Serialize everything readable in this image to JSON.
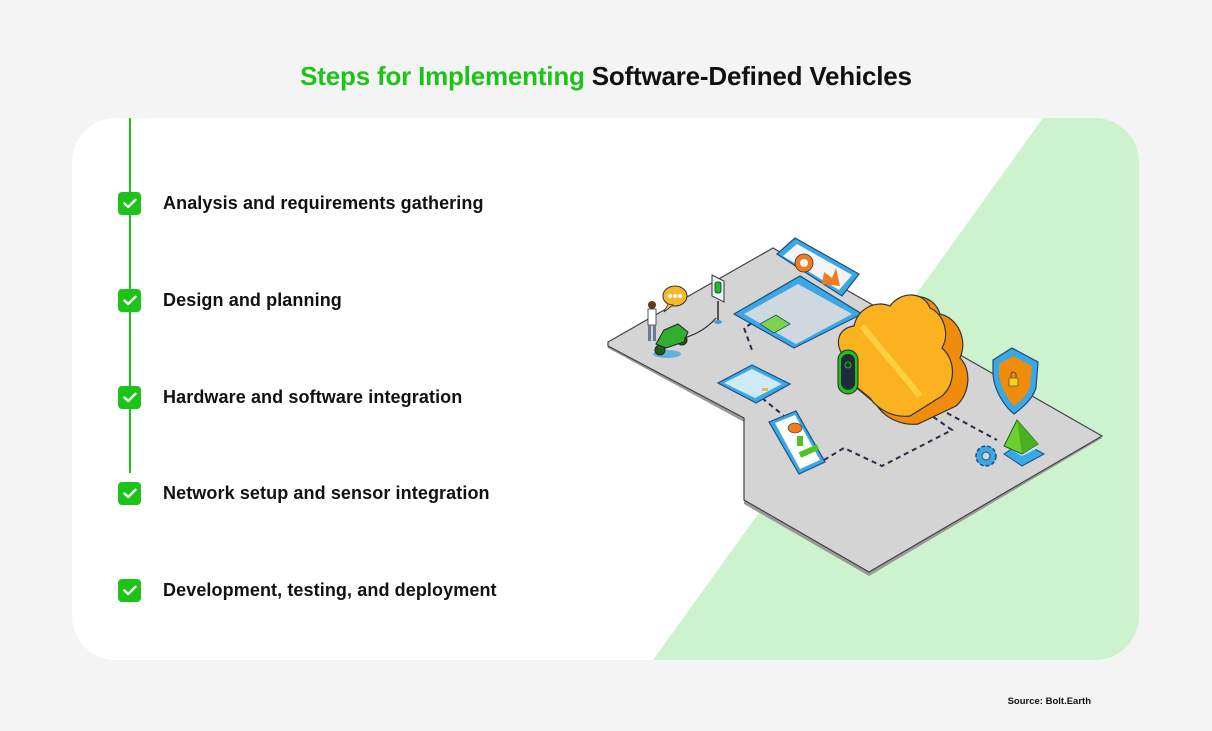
{
  "header": {
    "title_accent": "Steps for Implementing",
    "title_rest": "Software-Defined Vehicles"
  },
  "steps": [
    {
      "label": "Analysis and requirements gathering",
      "checked": true
    },
    {
      "label": "Design and planning",
      "checked": true
    },
    {
      "label": "Hardware and software integration",
      "checked": true
    },
    {
      "label": "Network setup and sensor integration",
      "checked": true
    },
    {
      "label": "Development, testing, and deployment",
      "checked": true
    }
  ],
  "illustration": {
    "description": "Isometric platform showing a person with an electric scooter at a charging station, a laptop with charts, a calculator, a tablet with charts, a cloud with a charger, a security shield with padlock, and a pyramid with gear, connected by dashed lines",
    "icons": [
      "person-icon",
      "speech-bubble-icon",
      "scooter-icon",
      "charging-station-icon",
      "laptop-icon",
      "calculator-icon",
      "tablet-chart-icon",
      "cloud-icon",
      "ev-charger-icon",
      "shield-lock-icon",
      "pyramid-icon",
      "gear-icon"
    ]
  },
  "colors": {
    "accent_green": "#1ec31a",
    "light_green": "#ccf3cd",
    "background": "#f4f4f4",
    "card": "#ffffff"
  },
  "footer": {
    "source": "Source: Bolt.Earth"
  }
}
